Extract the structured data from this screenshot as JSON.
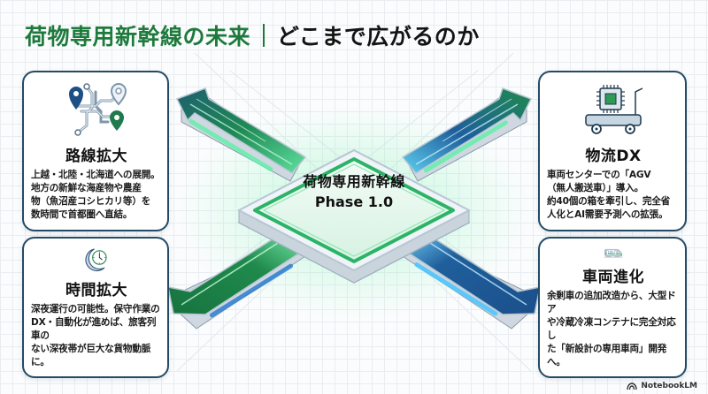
{
  "header": {
    "title_main": "荷物専用新幹線の未来",
    "title_sub": "どこまで広がるのか"
  },
  "center": {
    "line1": "荷物専用新幹線",
    "line2": "Phase 1.0"
  },
  "cards": {
    "route": {
      "icon": "route-map-pins-icon",
      "title": "路線拡大",
      "body": "上越・北陸・北海道への展開。\n地方の新鮮な海産物や農産\n物（魚沼産コシヒカリ等）を\n数時間で首都圏へ直結。"
    },
    "time": {
      "icon": "moon-clock-icon",
      "title": "時間拡大",
      "body": "深夜運行の可能性。保守作業の\nDX・自動化が進めば、旅客列車の\nない深夜帯が巨大な貨物動脈に。"
    },
    "dx": {
      "icon": "agv-cart-chip-icon",
      "title": "物流DX",
      "body": "車両センターでの「AGV\n（無人搬送車）」導入。\n約40個の箱を牽引し、完全省\n人化とAI需要予測への拡張。"
    },
    "car": {
      "icon": "refrigerated-shinkansen-icon",
      "title": "車両進化",
      "body": "余剰車の追加改造から、大型ドア\nや冷蔵冷凍コンテナに完全対応し\nた「新設計の専用車両」開発へ。"
    }
  },
  "arrows": {
    "up_left": "green-to-teal",
    "up_right": "blue-to-green",
    "down_left": "green",
    "down_right": "blue"
  },
  "colors": {
    "title_green": "#1e7a3c",
    "card_border": "#234b66",
    "arrow_green": "#1f8a4c",
    "arrow_blue": "#1f5f9c",
    "platform_glow": "#3ec97a"
  },
  "brand": {
    "label": "NotebookLM"
  }
}
